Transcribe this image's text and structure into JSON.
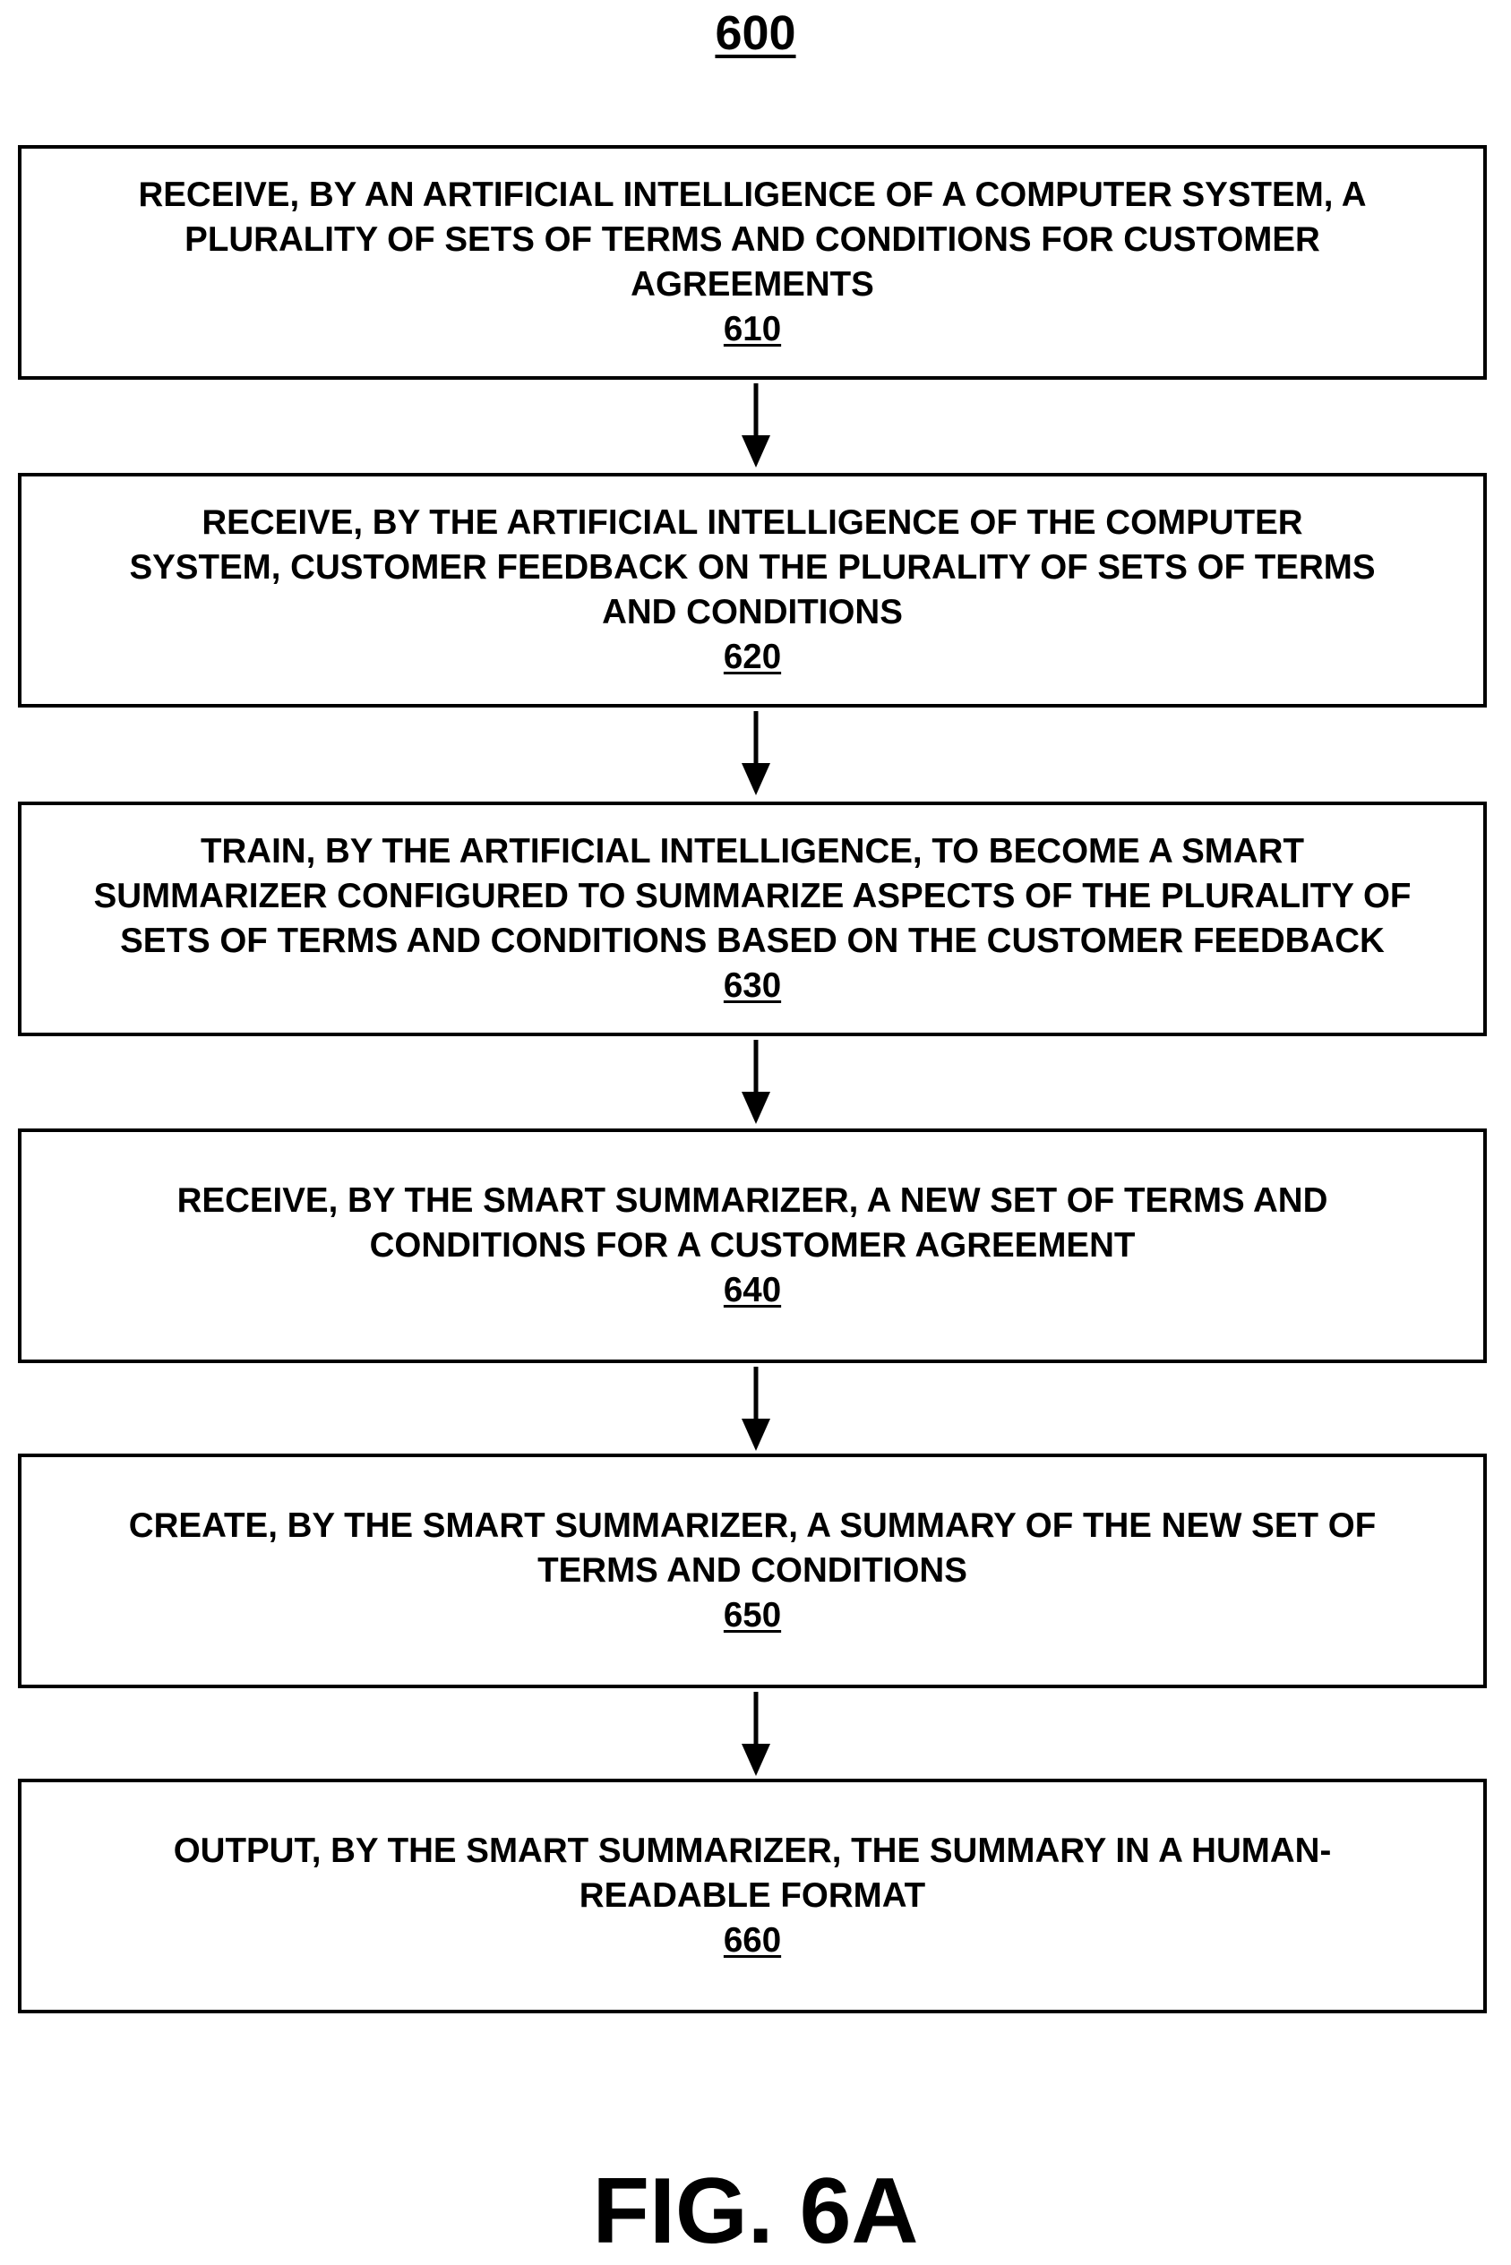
{
  "diagram": {
    "number": "600",
    "figure_label": "FIG. 6A",
    "steps": [
      {
        "text": "RECEIVE, BY AN ARTIFICIAL INTELLIGENCE OF A COMPUTER SYSTEM, A\nPLURALITY OF SETS OF TERMS AND CONDITIONS FOR CUSTOMER\nAGREEMENTS",
        "ref": "610"
      },
      {
        "text": "RECEIVE, BY THE ARTIFICIAL INTELLIGENCE OF THE COMPUTER\nSYSTEM, CUSTOMER FEEDBACK ON THE PLURALITY OF SETS OF TERMS\nAND CONDITIONS",
        "ref": "620"
      },
      {
        "text": "TRAIN, BY THE ARTIFICIAL INTELLIGENCE, TO BECOME A SMART\nSUMMARIZER CONFIGURED TO SUMMARIZE ASPECTS OF THE PLURALITY OF\nSETS OF TERMS AND CONDITIONS BASED ON THE CUSTOMER FEEDBACK",
        "ref": "630"
      },
      {
        "text": "RECEIVE, BY THE SMART SUMMARIZER, A NEW SET OF TERMS AND\nCONDITIONS FOR A CUSTOMER AGREEMENT",
        "ref": "640"
      },
      {
        "text": "CREATE, BY THE SMART SUMMARIZER, A SUMMARY OF THE NEW SET OF\nTERMS AND CONDITIONS",
        "ref": "650"
      },
      {
        "text": "OUTPUT, BY THE SMART SUMMARIZER, THE SUMMARY IN A HUMAN-\nREADABLE FORMAT",
        "ref": "660"
      }
    ]
  }
}
